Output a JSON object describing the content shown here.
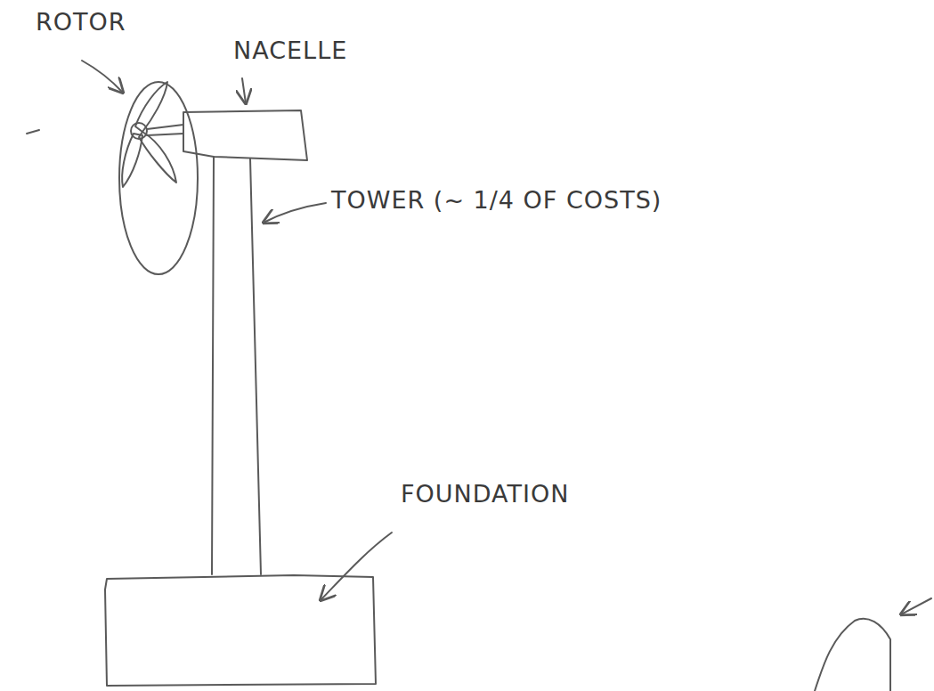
{
  "diagram": {
    "labels": [
      "ROTOR",
      "NACELLE",
      "TOWER (~ 1/4 OF COSTS)",
      "FOUNDATION"
    ]
  }
}
